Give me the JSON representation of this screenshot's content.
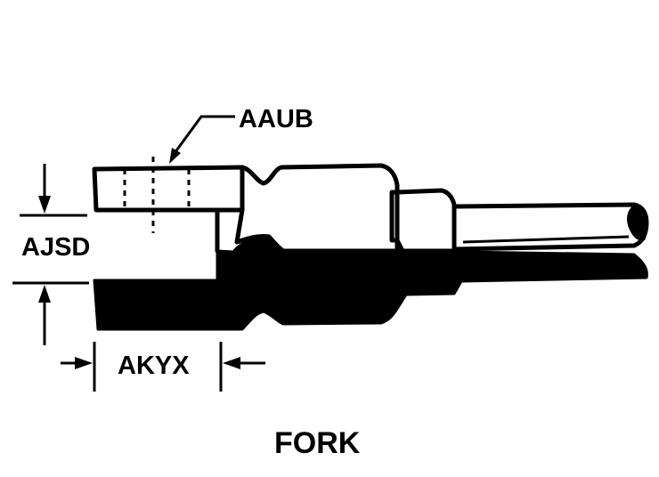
{
  "labels": {
    "top_dimension": "AAUB",
    "left_dimension": "AJSD",
    "bottom_dimension": "AKYX"
  },
  "title": "FORK",
  "colors": {
    "ink": "#000000",
    "paper": "#ffffff"
  }
}
